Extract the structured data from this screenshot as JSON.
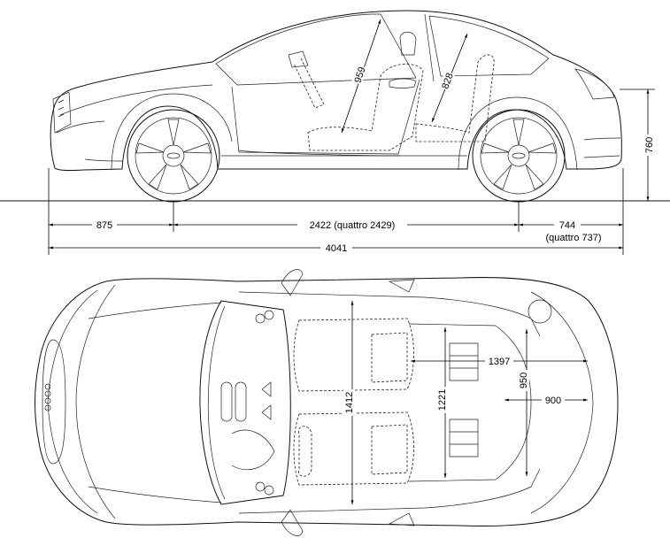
{
  "side_view": {
    "dimensions": {
      "front_overhang": "875",
      "wheelbase": "2422 (quattro 2429)",
      "rear_overhang": "744",
      "rear_overhang_quattro": "(quattro 737)",
      "overall_length": "4041",
      "height": "760",
      "seat_diag_front": "959",
      "seat_diag_rear": "828"
    }
  },
  "top_view": {
    "dimensions": {
      "cabin_width": "1412",
      "rear_shoulder": "1397",
      "rear_seat_width": "1221",
      "rear_length": "950",
      "boot_width": "900"
    }
  },
  "icons": [
    "front-wheel-icon",
    "rear-wheel-icon",
    "car-badge-icon"
  ]
}
